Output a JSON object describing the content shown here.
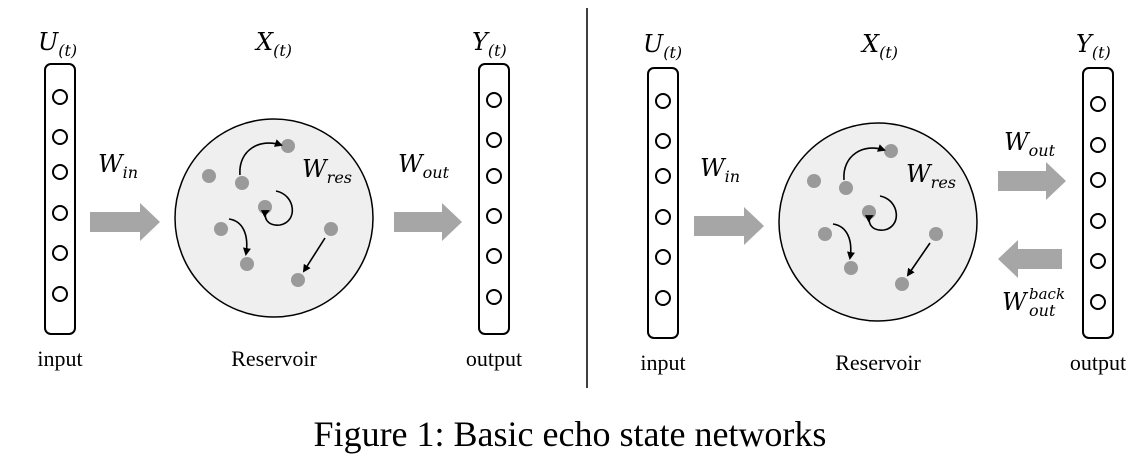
{
  "caption": "Figure 1: Basic echo state networks",
  "left_panel": {
    "input_symbol": "U",
    "input_subscript": "(t)",
    "reservoir_symbol": "X",
    "reservoir_subscript": "(t)",
    "output_symbol": "Y",
    "output_subscript": "(t)",
    "w_in": "W",
    "w_in_sub": "in",
    "w_res": "W",
    "w_res_sub": "res",
    "w_out": "W",
    "w_out_sub": "out",
    "input_label": "input",
    "reservoir_label": "Reservoir",
    "output_label": "output"
  },
  "right_panel": {
    "input_symbol": "U",
    "input_subscript": "(t)",
    "reservoir_symbol": "X",
    "reservoir_subscript": "(t)",
    "output_symbol": "Y",
    "output_subscript": "(t)",
    "w_in": "W",
    "w_in_sub": "in",
    "w_res": "W",
    "w_res_sub": "res",
    "w_out": "W",
    "w_out_sub": "out",
    "w_back": "W",
    "w_back_sub": "out",
    "w_back_sup": "back",
    "input_label": "input",
    "reservoir_label": "Reservoir",
    "output_label": "output"
  },
  "colors": {
    "arrow": "#a6a6a6",
    "reservoir_fill": "#efefef",
    "node": "#9a9a9a"
  }
}
